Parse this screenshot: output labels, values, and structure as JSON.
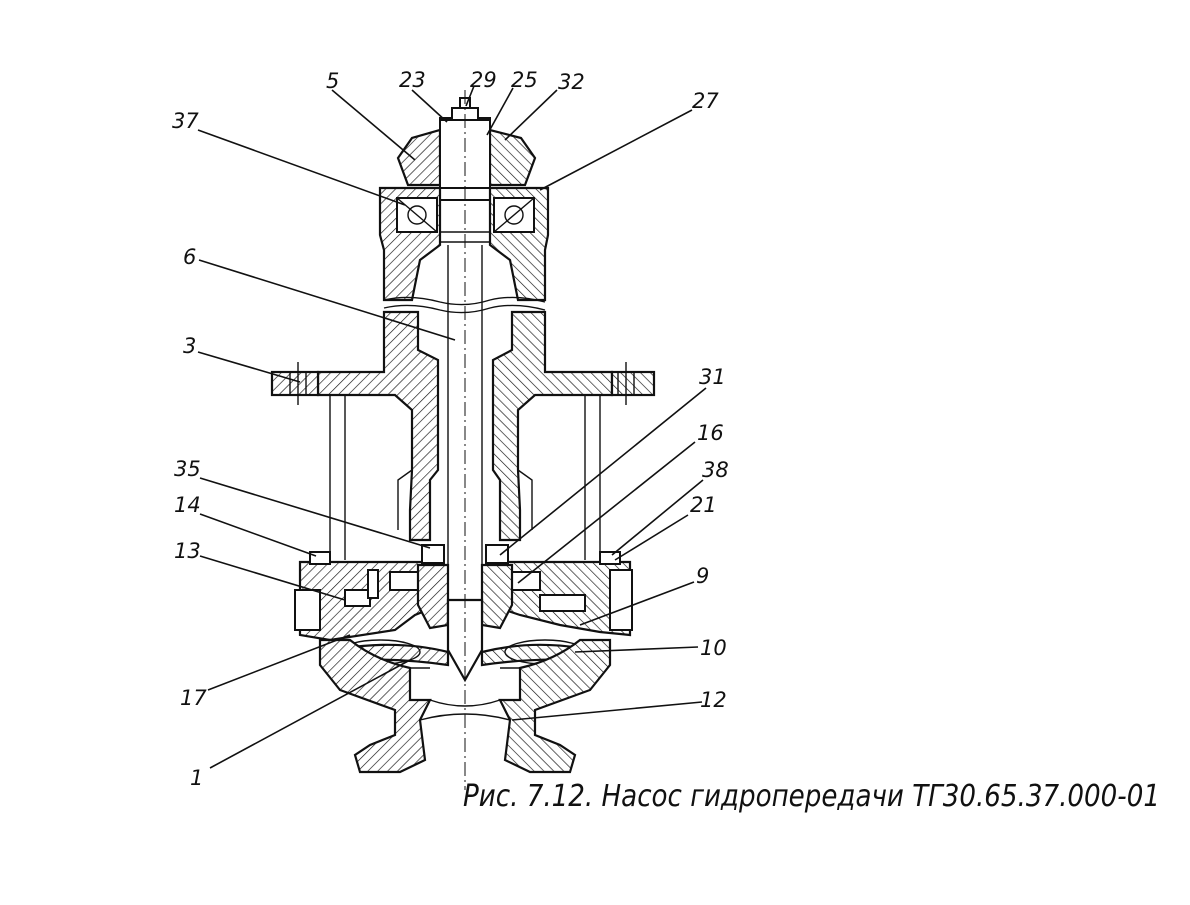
{
  "figure": {
    "caption": "Рис. 7.12. Насос гидропередачи ТГ30.65.37.000-01"
  },
  "callouts": [
    {
      "id": "c5",
      "text": "5"
    },
    {
      "id": "c23",
      "text": "23"
    },
    {
      "id": "c29",
      "text": "29"
    },
    {
      "id": "c25",
      "text": "25"
    },
    {
      "id": "c32",
      "text": "32"
    },
    {
      "id": "c27",
      "text": "27"
    },
    {
      "id": "c37",
      "text": "37"
    },
    {
      "id": "c6",
      "text": "6"
    },
    {
      "id": "c3",
      "text": "3"
    },
    {
      "id": "c31",
      "text": "31"
    },
    {
      "id": "c16",
      "text": "16"
    },
    {
      "id": "c38",
      "text": "38"
    },
    {
      "id": "c35",
      "text": "35"
    },
    {
      "id": "c21",
      "text": "21"
    },
    {
      "id": "c14",
      "text": "14"
    },
    {
      "id": "c13",
      "text": "13"
    },
    {
      "id": "c9",
      "text": "9"
    },
    {
      "id": "c10",
      "text": "10"
    },
    {
      "id": "c17",
      "text": "17"
    },
    {
      "id": "c12",
      "text": "12"
    },
    {
      "id": "c1",
      "text": "1"
    }
  ]
}
